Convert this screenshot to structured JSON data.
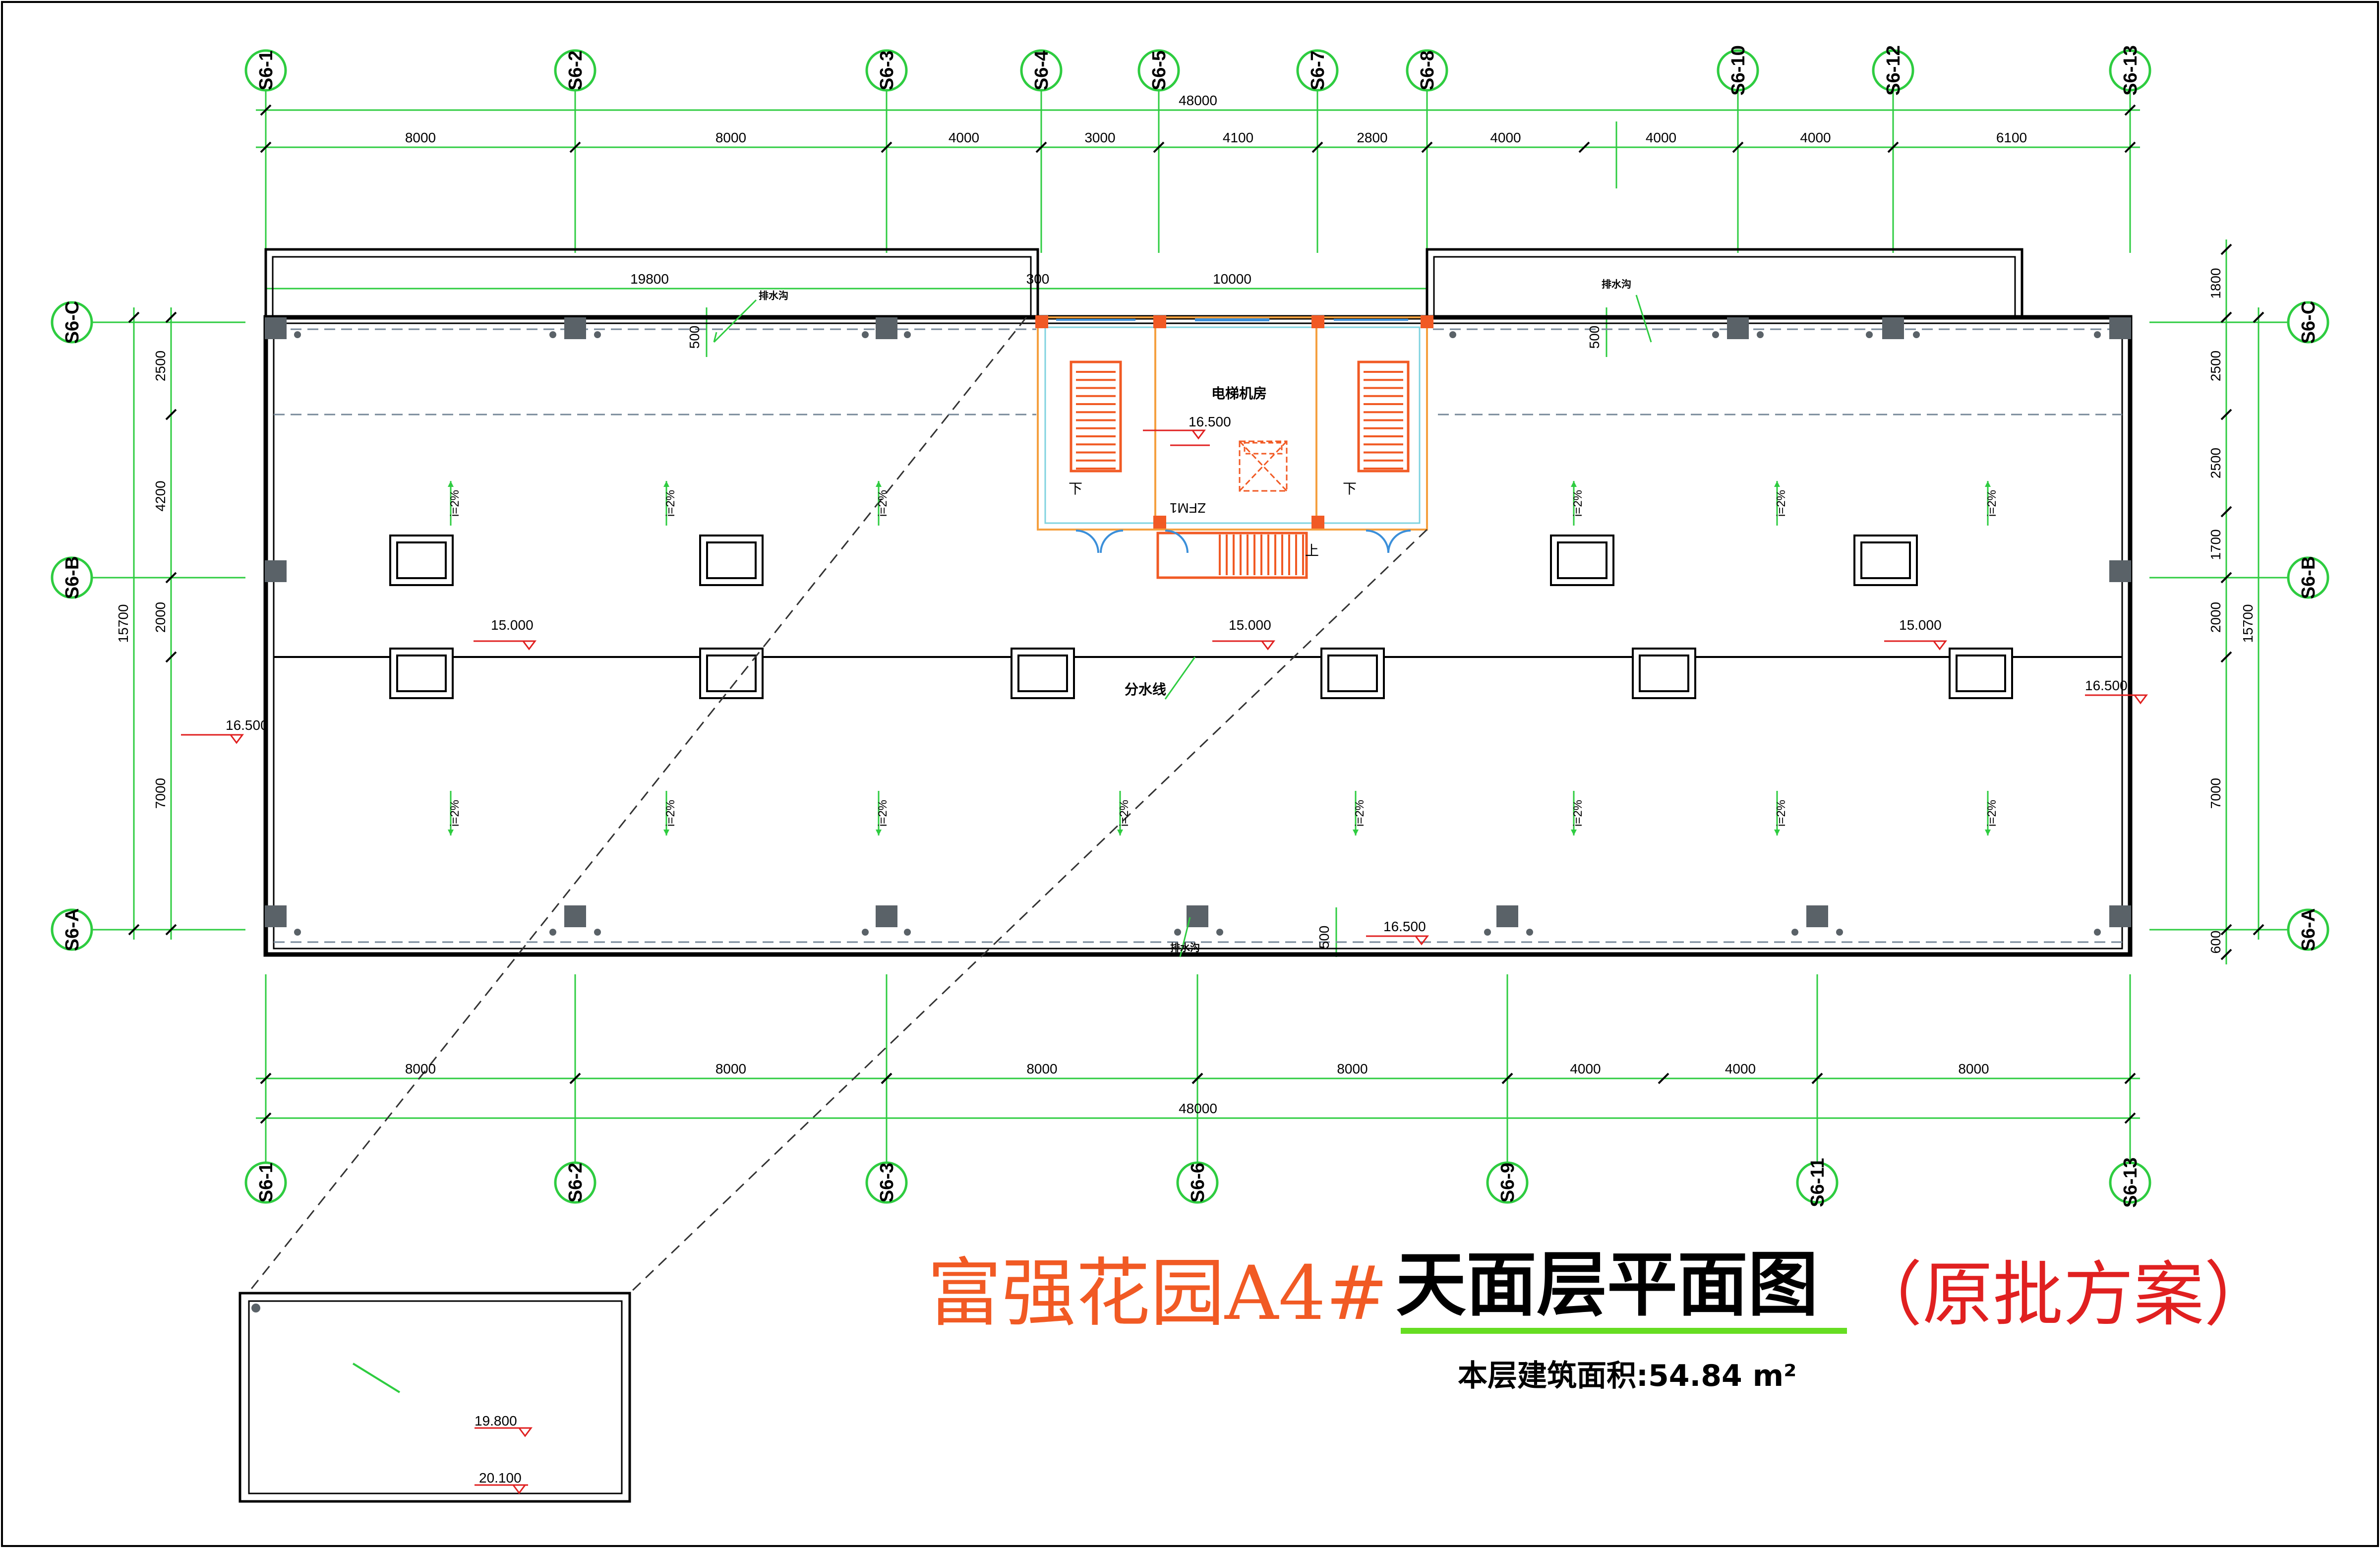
{
  "project_name": "富强花园A4#",
  "drawing_title": "天面层平面图",
  "scheme": "（原批方案）",
  "area_label": "本层建筑面积:54.84 m²",
  "colors": {
    "axis": "#2ecc40",
    "wall": "#000000",
    "stair": "#f15a24",
    "title_orange": "#f15a24",
    "title_red": "#e02020",
    "underline_green": "#66dd22"
  },
  "top_axes": [
    "S6-1",
    "S6-2",
    "S6-3",
    "S6-4",
    "S6-5",
    "S6-7",
    "S6-8",
    "S6-10",
    "S6-12",
    "S6-13"
  ],
  "bottom_axes": [
    "S6-1",
    "S6-2",
    "S6-3",
    "S6-6",
    "S6-9",
    "S6-11",
    "S6-13"
  ],
  "side_axes": [
    "S6-C",
    "S6-B",
    "S6-A"
  ],
  "top_total": "48000",
  "top_segments": [
    "8000",
    "8000",
    "4000",
    "3000",
    "4100",
    "2800",
    "4000",
    "4000",
    "4000",
    "6100"
  ],
  "bottom_total": "48000",
  "bottom_segments": [
    "8000",
    "8000",
    "8000",
    "8000",
    "4000",
    "4000",
    "8000"
  ],
  "left_total": "15700",
  "left_segments": [
    "2500",
    "4200",
    "2000",
    "7000"
  ],
  "right_total": "15700",
  "right_segments": [
    "1800",
    "2500",
    "2500",
    "1700",
    "2000",
    "7000",
    "600"
  ],
  "inner_dims": [
    "19800",
    "300",
    "10000",
    "500",
    "500",
    "500"
  ],
  "elevations": {
    "e16500_top": "16.500",
    "e15000_left": "15.000",
    "e15000_mid": "15.000",
    "e15000_right": "15.000",
    "e16500_left": "16.500",
    "e16500_right": "16.500",
    "e16500_bottom": "16.500",
    "e19800": "19.800",
    "e20100": "20.100"
  },
  "labels": {
    "elevator_room": "电梯机房",
    "door": "ZFM1",
    "divide_line": "分水线",
    "gutter": "排水沟",
    "down": "下",
    "up": "上",
    "slope": "i=2%"
  }
}
